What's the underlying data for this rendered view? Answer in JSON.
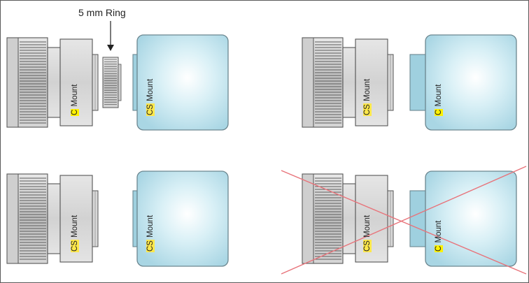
{
  "ring": {
    "label": "5 mm Ring"
  },
  "panels": {
    "top_left": {
      "lens_prefix": "C",
      "lens_suffix": " Mount",
      "camera_prefix": "CS",
      "camera_suffix": " Mount"
    },
    "top_right": {
      "lens_prefix": "CS",
      "lens_suffix": " Mount",
      "camera_prefix": "C",
      "camera_suffix": " Mount"
    },
    "bottom_left": {
      "lens_prefix": "CS",
      "lens_suffix": " Mount",
      "camera_prefix": "CS",
      "camera_suffix": " Mount"
    },
    "bottom_right": {
      "lens_prefix": "CS",
      "lens_suffix": " Mount",
      "camera_prefix": "C",
      "camera_suffix": " Mount"
    }
  },
  "colors": {
    "highlight": "#fff200",
    "camera_fill": "#bfe3ee",
    "camera_stroke": "#6c8790",
    "lens_body": "#dcdcdc",
    "cross": "#e8737a"
  }
}
